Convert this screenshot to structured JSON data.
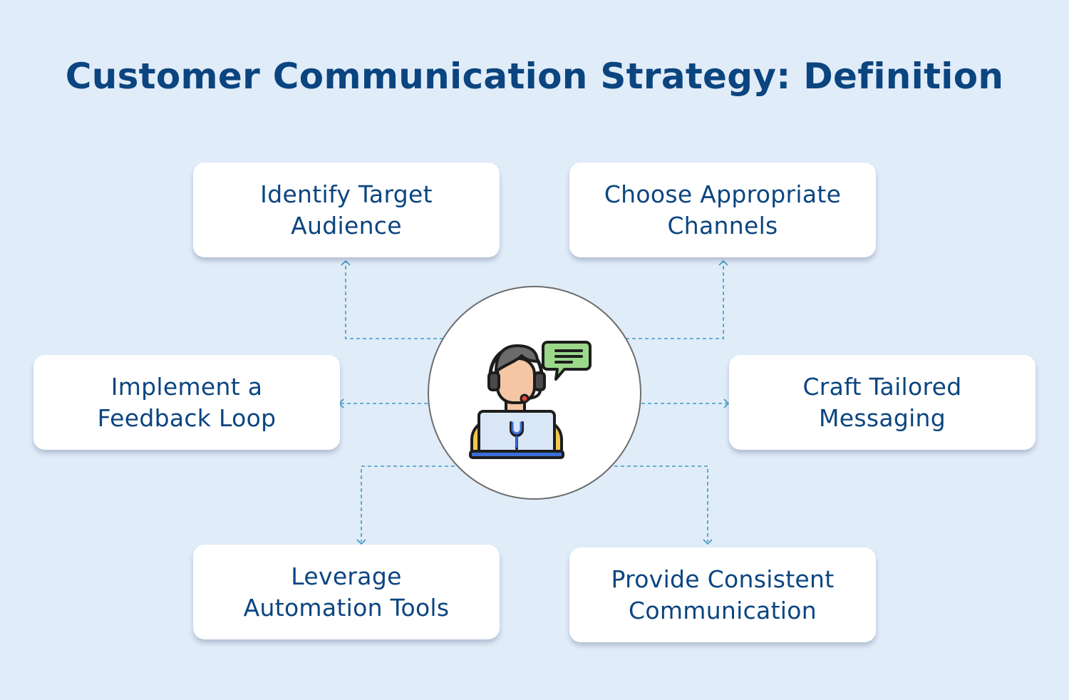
{
  "title": "Customer Communication Strategy: Definition",
  "center": {
    "icon": "support-agent-laptop-icon"
  },
  "items": [
    {
      "line1": "Identify Target",
      "line2": "Audience"
    },
    {
      "line1": "Choose Appropriate",
      "line2": "Channels"
    },
    {
      "line1": "Implement a",
      "line2": "Feedback Loop"
    },
    {
      "line1": "Craft Tailored",
      "line2": "Messaging"
    },
    {
      "line1": "Leverage",
      "line2": "Automation Tools"
    },
    {
      "line1": "Provide Consistent",
      "line2": "Communication"
    }
  ],
  "colors": {
    "background": "#e1ecf9",
    "text": "#0b4580",
    "connector": "#3a9bc2",
    "card": "#ffffff"
  }
}
